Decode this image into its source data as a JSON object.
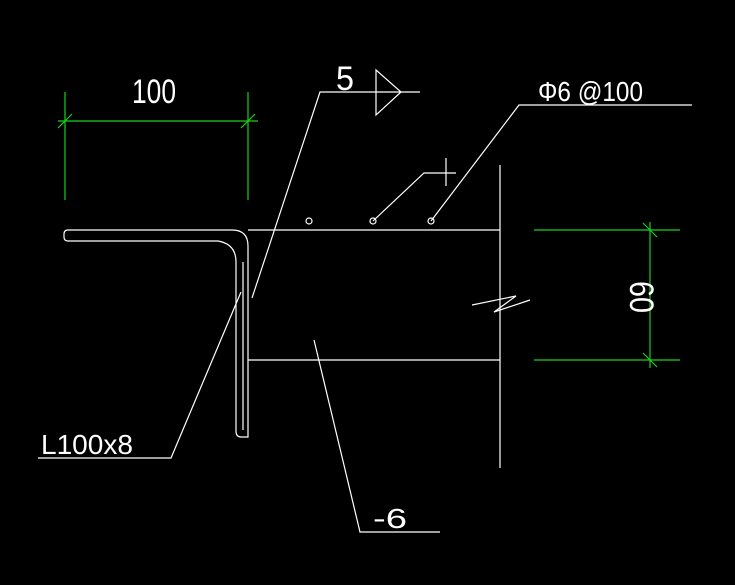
{
  "labels": {
    "dim_width": "100",
    "weld_size": "5",
    "rebar_spec": "Φ6 @100",
    "dim_height": "60",
    "angle_spec": "L100x8",
    "plate_thickness": "-6"
  },
  "colors": {
    "background": "#000000",
    "linework": "#ffffff",
    "dimension": "#19d219"
  }
}
